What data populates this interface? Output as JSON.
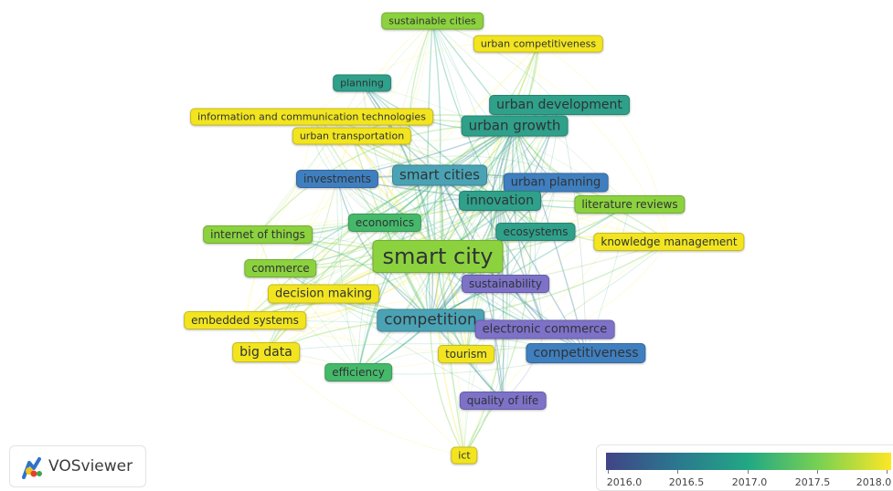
{
  "network": {
    "nodes": [
      {
        "id": "sustainable-cities",
        "label": "sustainable cities",
        "year": 2017.6
      },
      {
        "id": "urban-competitiveness",
        "label": "urban competitiveness",
        "year": 2018.0
      },
      {
        "id": "planning",
        "label": "planning",
        "year": 2016.8
      },
      {
        "id": "urban-development",
        "label": "urban development",
        "year": 2016.8
      },
      {
        "id": "ict-technologies",
        "label": "information and communication technologies",
        "year": 2018.0
      },
      {
        "id": "urban-growth",
        "label": "urban growth",
        "year": 2016.8
      },
      {
        "id": "urban-transportation",
        "label": "urban transportation",
        "year": 2018.0
      },
      {
        "id": "investments",
        "label": "investments",
        "year": 2016.4
      },
      {
        "id": "smart-cities",
        "label": "smart cities",
        "year": 2016.6
      },
      {
        "id": "urban-planning",
        "label": "urban planning",
        "year": 2016.3
      },
      {
        "id": "innovation",
        "label": "innovation",
        "year": 2016.8
      },
      {
        "id": "literature-reviews",
        "label": "literature reviews",
        "year": 2017.8
      },
      {
        "id": "economics",
        "label": "economics",
        "year": 2017.2
      },
      {
        "id": "internet-of-things",
        "label": "internet of things",
        "year": 2017.8
      },
      {
        "id": "ecosystems",
        "label": "ecosystems",
        "year": 2016.9
      },
      {
        "id": "knowledge-management",
        "label": "knowledge management",
        "year": 2018.0
      },
      {
        "id": "smart-city",
        "label": "smart city",
        "year": 2017.5
      },
      {
        "id": "commerce",
        "label": "commerce",
        "year": 2017.7
      },
      {
        "id": "sustainability",
        "label": "sustainability",
        "year": 2016.1
      },
      {
        "id": "decision-making",
        "label": "decision making",
        "year": 2018.0
      },
      {
        "id": "embedded-systems",
        "label": "embedded systems",
        "year": 2018.0
      },
      {
        "id": "competition",
        "label": "competition",
        "year": 2016.6
      },
      {
        "id": "electronic-commerce",
        "label": "electronic commerce",
        "year": 2016.1
      },
      {
        "id": "big-data",
        "label": "big data",
        "year": 2018.0
      },
      {
        "id": "tourism",
        "label": "tourism",
        "year": 2018.0
      },
      {
        "id": "competitiveness",
        "label": "competitiveness",
        "year": 2016.4
      },
      {
        "id": "efficiency",
        "label": "efficiency",
        "year": 2017.2
      },
      {
        "id": "quality-of-life",
        "label": "quality of life",
        "year": 2016.1
      },
      {
        "id": "ict",
        "label": "ict",
        "year": 2018.0
      }
    ]
  },
  "branding": {
    "app_name": "VOSviewer"
  },
  "legend": {
    "ticks": [
      "2016.0",
      "2016.5",
      "2017.0",
      "2017.5",
      "2018.0"
    ],
    "min": 2016.0,
    "max": 2018.0,
    "colors": [
      "#414487",
      "#2a788e",
      "#22a884",
      "#7ad151",
      "#fde725"
    ]
  }
}
